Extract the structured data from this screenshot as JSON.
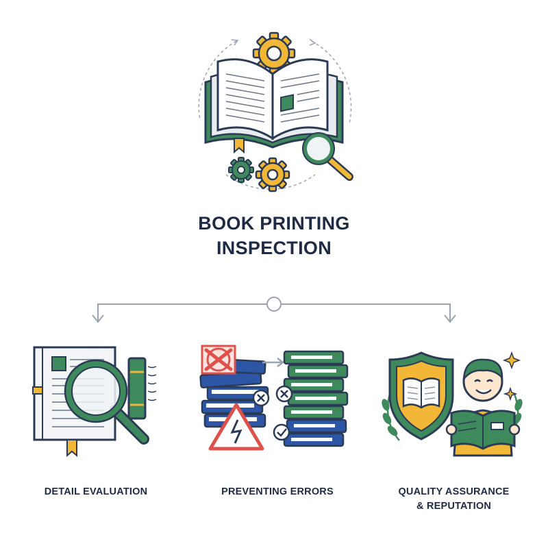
{
  "title": {
    "line1": "BOOK PRINTING",
    "line2": "INSPECTION"
  },
  "colors": {
    "ink": "#2b3a55",
    "green": "#3f8a5c",
    "yellow": "#f2b736",
    "blue": "#2e56a6",
    "red": "#e0504a",
    "paper": "#ffffff"
  },
  "items": [
    {
      "caption_lines": [
        "DETAIL EVALUATION"
      ],
      "icon": "magnifier-over-book-icon"
    },
    {
      "caption_lines": [
        "PREVENTING ERRORS"
      ],
      "icon": "error-prevention-book-stacks-icon"
    },
    {
      "caption_lines": [
        "QUALITY ASSURANCE",
        "& REPUTATION"
      ],
      "icon": "shield-and-reader-icon"
    }
  ]
}
